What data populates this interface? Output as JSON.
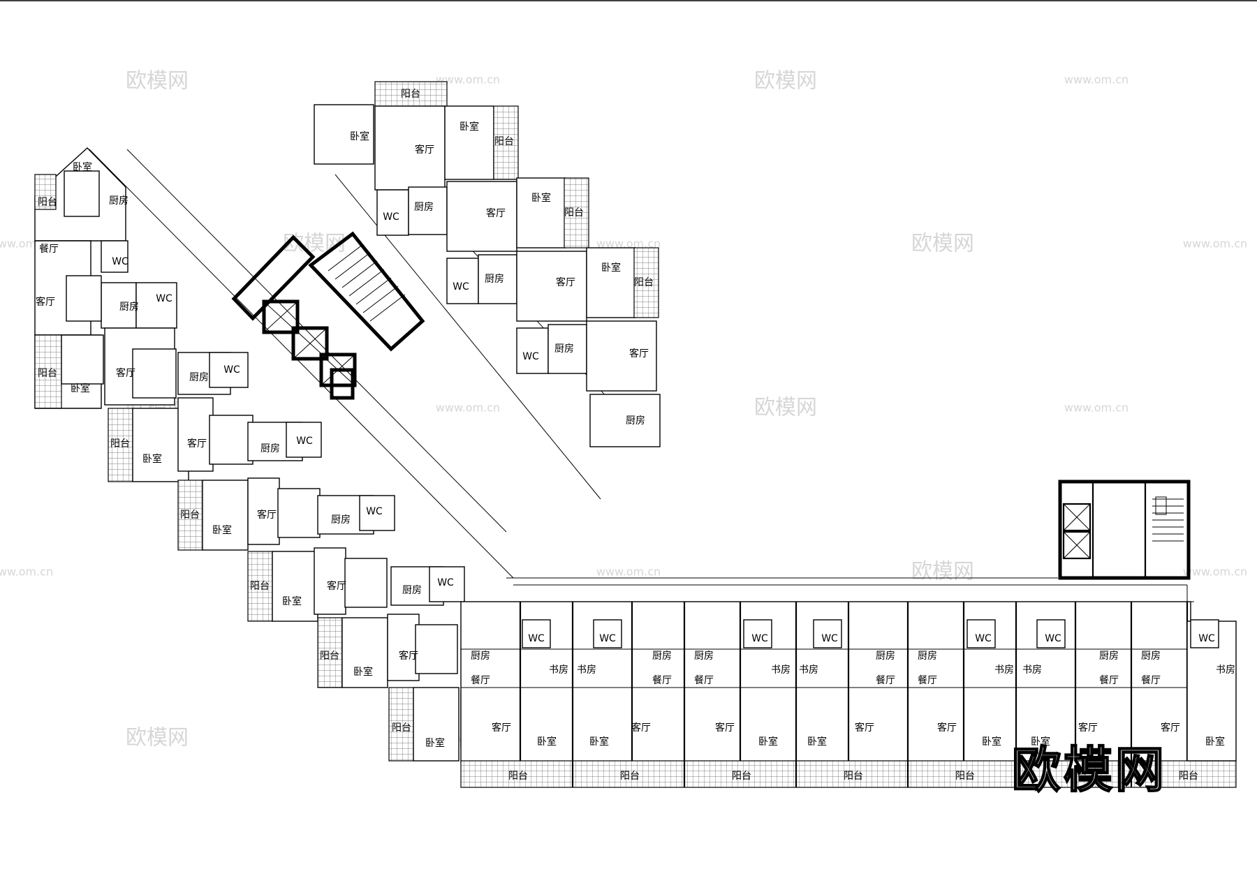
{
  "labels": {
    "bedroom": "卧室",
    "living": "客厅",
    "kitchen": "厨房",
    "wc": "WC",
    "balcony": "阳台",
    "dining": "餐厅",
    "study": "书房"
  },
  "watermark": {
    "brand": "欧模网",
    "url": "www.om.cn"
  },
  "logo": {
    "text": "欧模网"
  },
  "colors": {
    "line": "#000000",
    "background": "#ffffff",
    "watermark": "#d6d6d6"
  }
}
